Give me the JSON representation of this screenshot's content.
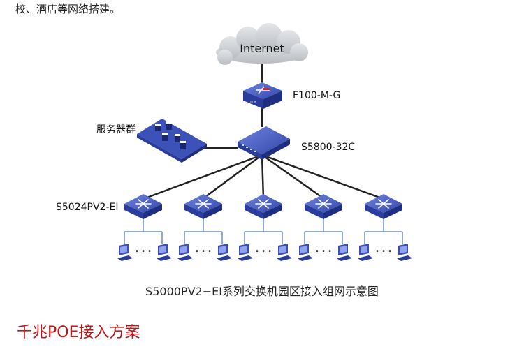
{
  "intro_text": "校、酒店等网络搭建。",
  "internet_label": "Internet",
  "firewall_label": "F100-M-G",
  "firewall_badge": "UTM",
  "core_switch_label": "S5800-32C",
  "server_group_label": "服务器群",
  "access_switch_label": "S5024PV2-EI",
  "access_switch_count": 5,
  "pc_ellipsis": "• • •",
  "caption": "S5000PV2−EI系列交换机园区接入组网示意图",
  "section_heading": "千兆POE接入方案",
  "colors": {
    "device_blue": "#3b4fb4",
    "cloud": "#cfd3d7",
    "link": "#222222",
    "lan_line": "#6a8fd0",
    "heading_red": "#c0161a"
  }
}
